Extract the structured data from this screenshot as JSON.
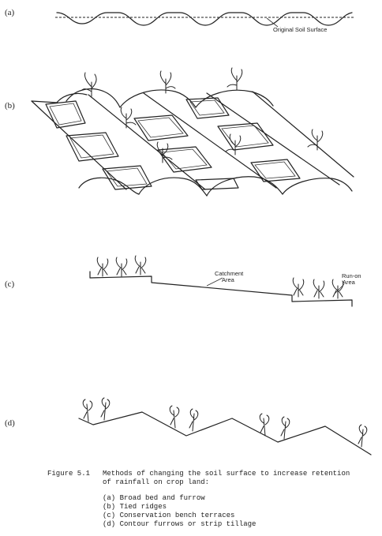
{
  "panels": {
    "a": {
      "label": "(a)",
      "annotation": "Original Soil Surface"
    },
    "b": {
      "label": "(b)"
    },
    "c": {
      "label": "(c)",
      "catchment_line1": "Catchment",
      "catchment_line2": "Area",
      "runon_line1": "Run-on",
      "runon_line2": "Area"
    },
    "d": {
      "label": "(d)"
    }
  },
  "caption": {
    "number": "Figure 5.1",
    "text": "Methods of changing the soil surface to increase retention of rainfall on crop land:",
    "items": [
      "(a) Broad bed and furrow",
      "(b) Tied ridges",
      "(c) Conservation bench terraces",
      "(d) Contour furrows or strip tillage"
    ]
  }
}
